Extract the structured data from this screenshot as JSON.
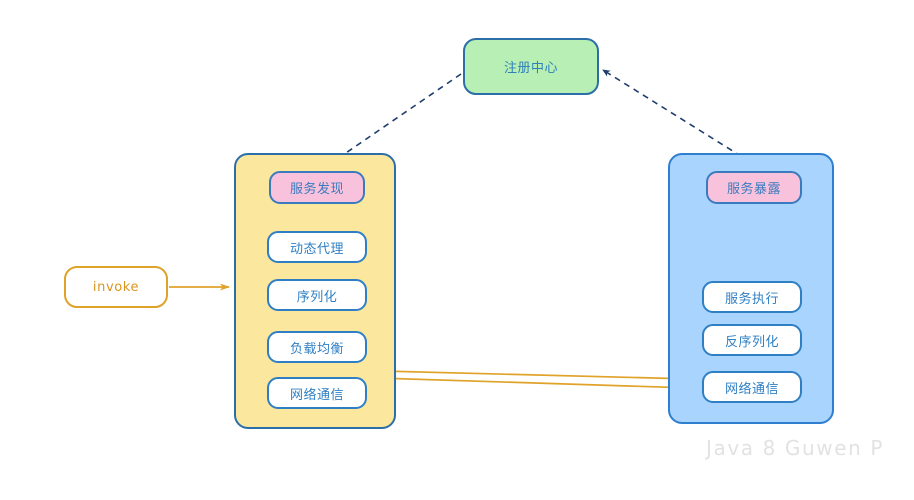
{
  "diagram": {
    "background_color": "#ffffff",
    "registry": {
      "label": "注册中心",
      "fill": "#b7efb4",
      "stroke": "#2c6fa8"
    },
    "consumer_panel": {
      "fill": "#fbe79e",
      "stroke": "#2c6fa8",
      "header": {
        "label": "服务发现",
        "fill": "#f9c2dc"
      },
      "steps": [
        {
          "label": "动态代理"
        },
        {
          "label": "序列化"
        },
        {
          "label": "负载均衡"
        },
        {
          "label": "网络通信"
        }
      ]
    },
    "provider_panel": {
      "fill": "#a8d4fd",
      "stroke": "#2f7fd0",
      "header": {
        "label": "服务暴露",
        "fill": "#f9c2dc"
      },
      "steps": [
        {
          "label": "服务执行"
        },
        {
          "label": "反序列化"
        },
        {
          "label": "网络通信"
        }
      ]
    },
    "entry": {
      "label": "invoke",
      "stroke": "#e0a32a"
    },
    "connectors": {
      "discover": {
        "style": "dashed",
        "color": "#1f3d6e",
        "direction": "registry-to-consumer"
      },
      "register": {
        "style": "dashed",
        "color": "#1f3d6e",
        "direction": "provider-to-registry"
      },
      "invoke_arrow": {
        "style": "solid",
        "color": "#e0a32a",
        "direction": "entry-to-consumer"
      },
      "request": {
        "style": "solid",
        "color": "#e0a32a",
        "direction": "consumer-to-provider"
      },
      "response": {
        "style": "solid",
        "color": "#e0a32a",
        "direction": "provider-to-consumer"
      }
    },
    "watermark": "Java 8 Guwen P"
  }
}
